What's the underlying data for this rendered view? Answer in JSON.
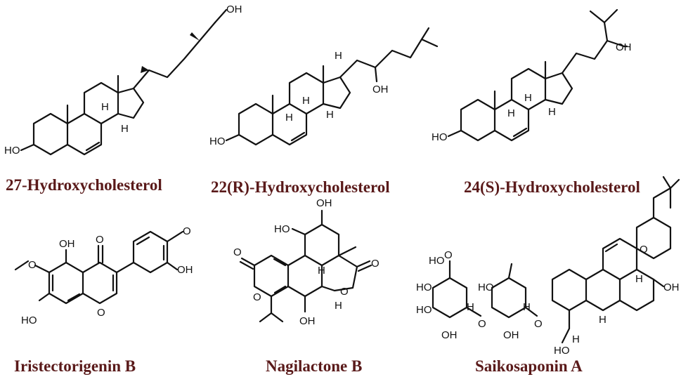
{
  "molecules": [
    {
      "name": "27-Hydroxycholesterol"
    },
    {
      "name": "22(R)-Hydroxycholesterol"
    },
    {
      "name": "24(S)-Hydroxycholesterol"
    },
    {
      "name": "Iristectorigenin B"
    },
    {
      "name": "Nagilactone B"
    },
    {
      "name": "Saikosaponin A"
    }
  ],
  "labels": {
    "oh": "OH",
    "ho": "HO",
    "h": "H",
    "o": "O"
  },
  "colors": {
    "name_text": "#5a1a1a",
    "bonds": "#111111"
  }
}
